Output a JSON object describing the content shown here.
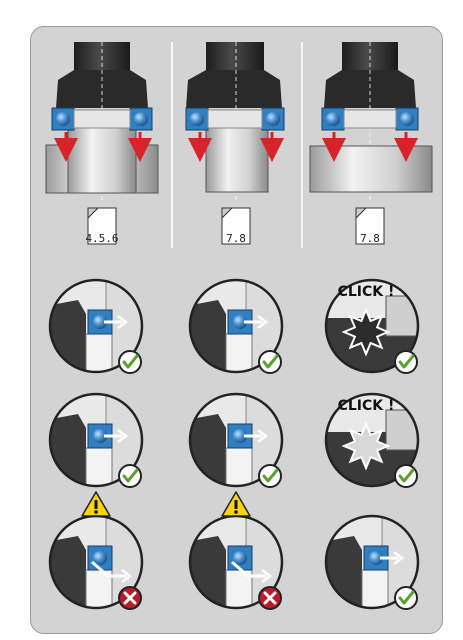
{
  "instructions": {
    "top_row": [
      {
        "reference": "4.5.6"
      },
      {
        "reference": "7.8"
      },
      {
        "reference": "7.8"
      }
    ],
    "click_label": "CLICK !",
    "grid": [
      [
        "correct",
        "correct",
        "correct"
      ],
      [
        "correct",
        "correct",
        "correct"
      ],
      [
        "incorrect",
        "incorrect",
        "correct"
      ]
    ],
    "warning_columns": [
      0,
      1
    ],
    "click_cells": [
      [
        0,
        2
      ],
      [
        1,
        2
      ]
    ]
  },
  "colors": {
    "panel": "#d3d3d3",
    "housing": "#3a3a3a",
    "bearing_blue": "#2f7fc1",
    "ball": "#4a8fd0",
    "arrow_red": "#d8232a",
    "check_green": "#5aa02c",
    "cross_red": "#b71c2a",
    "warning_yellow": "#f6d40e"
  }
}
